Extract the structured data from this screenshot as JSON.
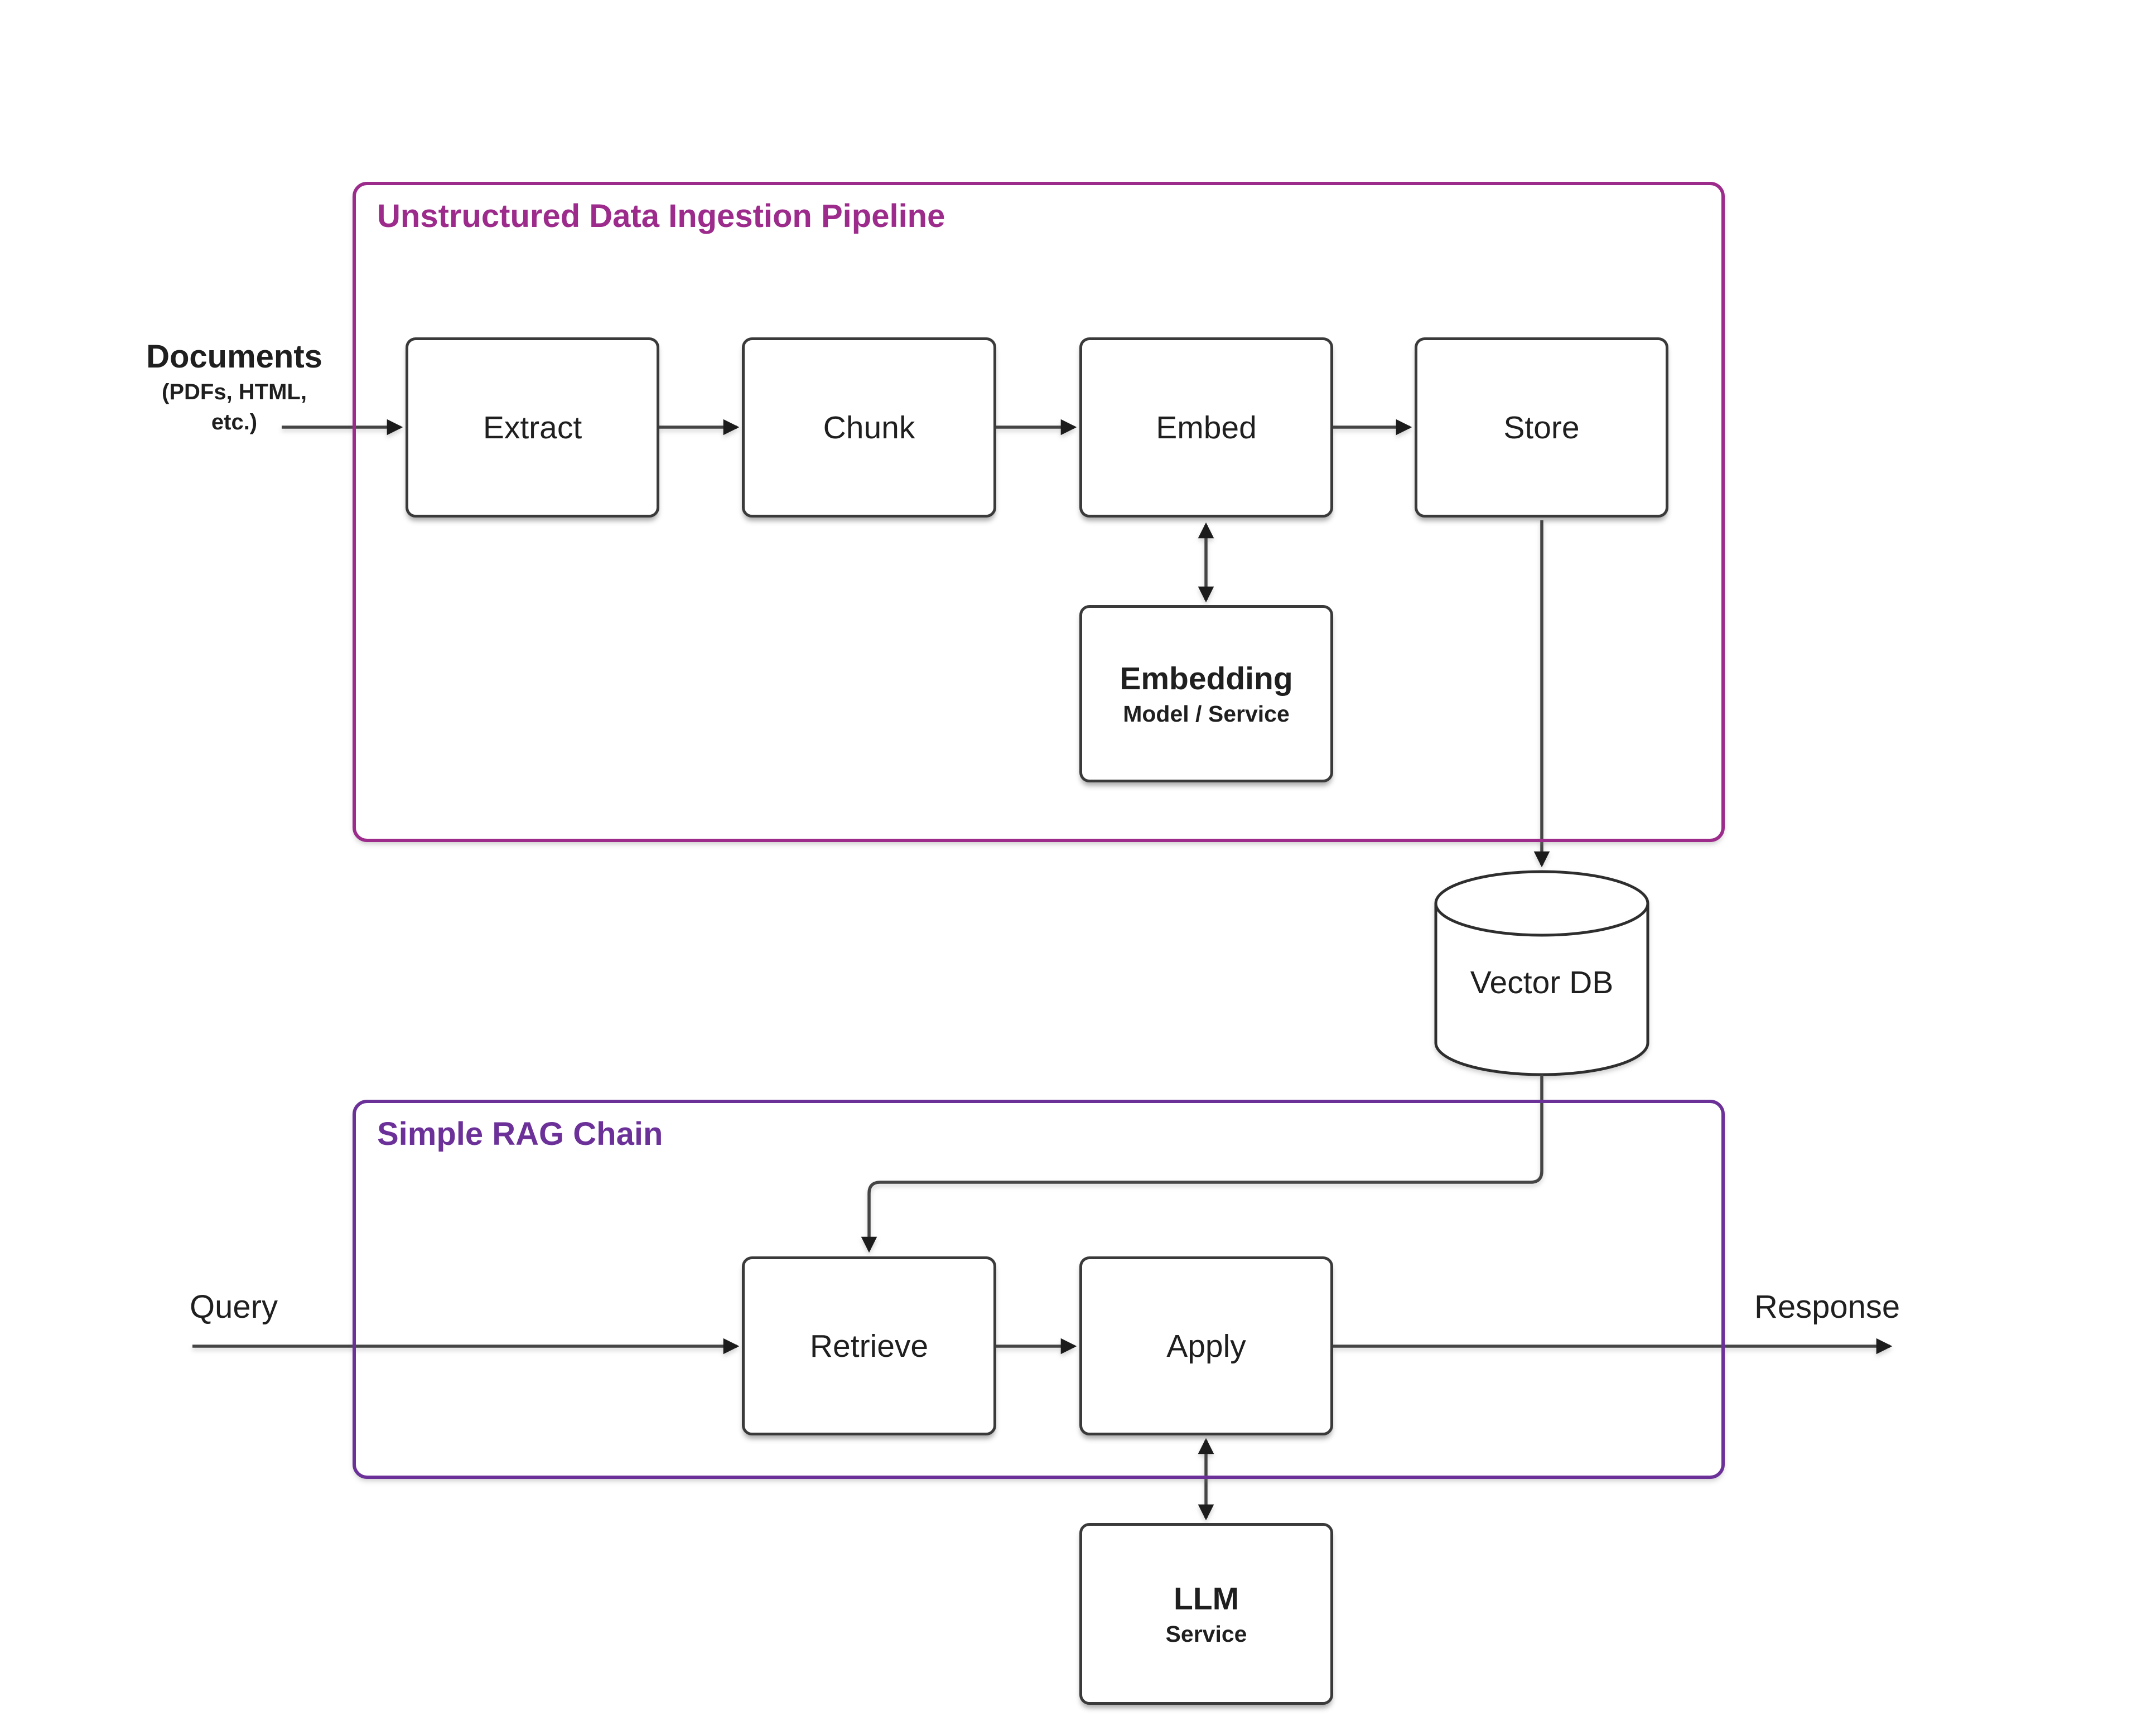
{
  "pipeline": {
    "title": "Unstructured Data Ingestion Pipeline",
    "nodes": [
      {
        "label": "Extract"
      },
      {
        "label": "Chunk"
      },
      {
        "label": "Embed"
      },
      {
        "label": "Store"
      }
    ],
    "embedding": {
      "label": "Embedding",
      "sublabel": "Model / Service"
    }
  },
  "rag": {
    "title": "Simple RAG Chain",
    "nodes": [
      {
        "label": "Retrieve"
      },
      {
        "label": "Apply"
      }
    ],
    "llm": {
      "label": "LLM",
      "sublabel": "Service"
    }
  },
  "vector_db": {
    "label": "Vector DB"
  },
  "io": {
    "documents": {
      "label": "Documents",
      "sublabel_line1": "(PDFs, HTML,",
      "sublabel_line2": "etc.)"
    },
    "query": "Query",
    "response": "Response"
  },
  "colors": {
    "pipeline_accent": "#9c2b8c",
    "rag_accent": "#6c3199",
    "node_border": "#3a3a3a",
    "connector": "#454545",
    "arrowhead": "#1c1c1c",
    "text_color": "#1f1f1f",
    "bg": "#ffffff"
  }
}
